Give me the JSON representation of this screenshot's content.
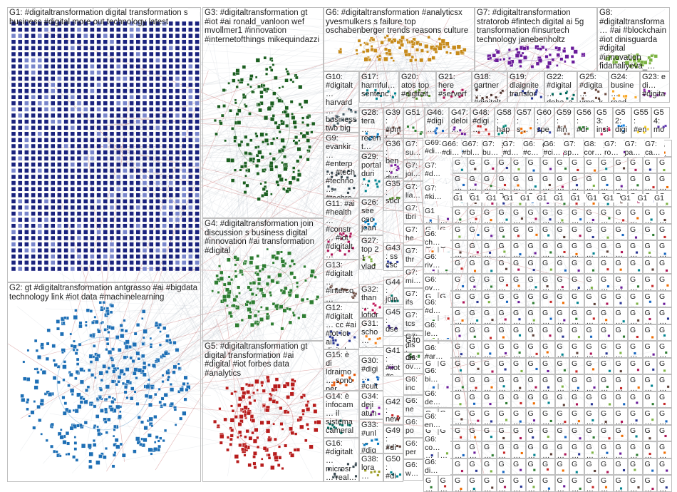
{
  "groups": [
    {
      "id": "G1",
      "label": "G1: #digitaltransformation digital transformation s business #digital more out technology latest",
      "color": "#1a237e"
    },
    {
      "id": "G2",
      "label": "G2: gt #digitaltransformation antgrasso #ai #bigdata technology link #iot data #machinelearning",
      "color": "#1e6fb5"
    },
    {
      "id": "G3",
      "label": "G3: #digitaltransformation gt #iot #ai ronald_vanloon wef mvollmer1 #innovation #internetofthings mikequindazzi",
      "color": "#1b5e20"
    },
    {
      "id": "G4",
      "label": "G4: #digitaltransformation join discussion s business digital #innovation #ai transformation #digital",
      "color": "#2e7d32"
    },
    {
      "id": "G5",
      "label": "G5: #digitaltransformation gt digital transformation #ai #digital #iot forbes data #analytics",
      "color": "#b71c1c"
    },
    {
      "id": "G6",
      "label": "G6: #digitaltransformation #analyticsx yvesmulkers s failure top oschabenberger trends reasons culture",
      "color": "#c68a1a"
    },
    {
      "id": "G7",
      "label": "G7: #digitaltransformation stratorob #fintech digital ai 5g transformation #insurtech technology janebenholtz",
      "color": "#6a1b9a"
    },
    {
      "id": "G8",
      "label": "G8: #digitaltransforma… #ai #blockchain #iot dinisguarda #digital #innovation fidanaliyeva_…",
      "color": "#7cb342"
    },
    {
      "id": "G10",
      "label": "G10: #digitalt… harvard… business two big reasons…",
      "color": "#455a64"
    },
    {
      "id": "G17",
      "label": "G17: harmful… sentenc…",
      "color": "#00838f"
    },
    {
      "id": "G20",
      "label": "G20: atos top #digitalt…",
      "color": "#558b2f"
    },
    {
      "id": "G21",
      "label": "G21: here #serverf…",
      "color": "#ad1457"
    },
    {
      "id": "G18",
      "label": "G18: gartner… #digitalt…",
      "color": "#4e342e"
    },
    {
      "id": "G19",
      "label": "G19: dlaignite transfor…",
      "color": "#283593"
    },
    {
      "id": "G22",
      "label": "G22: #digital… doha_a…",
      "color": "#00695c"
    },
    {
      "id": "G25",
      "label": "G25: #digita… ume_k…",
      "color": "#6d4c41"
    },
    {
      "id": "G24",
      "label": "G24: busine… read…",
      "color": "#f9a825"
    },
    {
      "id": "G23",
      "label": "G23: e di… #digita…",
      "color": "#8e24aa"
    },
    {
      "id": "G9",
      "label": "G9: evankir… #enterp… #tech #techno… #techre…",
      "color": "#37474f"
    },
    {
      "id": "G28",
      "label": "G28: tera… recent… rese…",
      "color": "#0277bd"
    },
    {
      "id": "G39",
      "label": "G39: #pmi #di…",
      "color": "#5d4037"
    },
    {
      "id": "G51",
      "label": "G51",
      "color": "#2e7d32"
    },
    {
      "id": "G46",
      "label": "G46: #digi…",
      "color": "#1565c0"
    },
    {
      "id": "G47",
      "label": "G47: deloi…",
      "color": "#6a1b9a"
    },
    {
      "id": "G48",
      "label": "G48: #digi…",
      "color": "#c62828"
    },
    {
      "id": "G58",
      "label": "G58: hap…",
      "color": "#00897b"
    },
    {
      "id": "G57",
      "label": "G57: s…",
      "color": "#ef6c00"
    },
    {
      "id": "G60",
      "label": "G60: spe…",
      "color": "#3949ab"
    },
    {
      "id": "G59",
      "label": "G59: #in…",
      "color": "#8d6e63"
    },
    {
      "id": "G56",
      "label": "G56: #di…",
      "color": "#43a047"
    },
    {
      "id": "G53",
      "label": "G53: insi…",
      "color": "#d81b60"
    },
    {
      "id": "G52",
      "label": "G52: digi…",
      "color": "#1e88e5"
    },
    {
      "id": "G55",
      "label": "G55: #en…",
      "color": "#fdd835"
    },
    {
      "id": "G54",
      "label": "G54: mo…",
      "color": "#5e35b1"
    },
    {
      "id": "G29",
      "label": "G29: portal duri…",
      "color": "#00838f"
    },
    {
      "id": "G36",
      "label": "G36: ben… duri…",
      "color": "#7b1fa2"
    },
    {
      "id": "G35",
      "label": "G35: soci… sus…",
      "color": "#558b2f"
    },
    {
      "id": "G11",
      "label": "G11: #ai #health… #constr… #iot #digitalt… #healtht…",
      "color": "#ad1457"
    },
    {
      "id": "G26",
      "label": "G26: see ceo jean…",
      "color": "#0288d1"
    },
    {
      "id": "G27",
      "label": "G27: top 2 1 vlad…",
      "color": "#7cb342"
    },
    {
      "id": "G13",
      "label": "G13: #digitalt… #interco… technati…",
      "color": "#6d4c41"
    },
    {
      "id": "G43",
      "label": "G43: ss csc…",
      "color": "#303f9f"
    },
    {
      "id": "G32",
      "label": "G32: than… lofior…",
      "color": "#c2185b"
    },
    {
      "id": "G44",
      "label": "G44: join regi…",
      "color": "#00796b"
    },
    {
      "id": "G12",
      "label": "G12: #digitalt… cc #ai #iot iot ai digital…",
      "color": "#283593"
    },
    {
      "id": "G31",
      "label": "G31: scho… siyat…",
      "color": "#f57f17"
    },
    {
      "id": "G45",
      "label": "G45: dse… and…",
      "color": "#4527a0"
    },
    {
      "id": "G40",
      "label": "G40: dis…",
      "color": "#2e7d32"
    },
    {
      "id": "G15",
      "label": "G15: è di ldraimo… sono per #contrat…",
      "color": "#e65100"
    },
    {
      "id": "G30",
      "label": "G30: #digi… #cult…",
      "color": "#1565c0"
    },
    {
      "id": "G41",
      "label": "G41: #iiot #s…",
      "color": "#6a1b9a"
    },
    {
      "id": "G14",
      "label": "G14: è infocam… il sistema cameral…",
      "color": "#00695c"
    },
    {
      "id": "G34",
      "label": "G34: deji atun…",
      "color": "#8e24aa"
    },
    {
      "id": "G42",
      "label": "G42: new #di…",
      "color": "#c62828"
    },
    {
      "id": "G33",
      "label": "G33: #unl… #dig…",
      "color": "#0277bd"
    },
    {
      "id": "G49",
      "label": "G49: #di…",
      "color": "#5d4037"
    },
    {
      "id": "G16",
      "label": "G16: #digitalt… microsr… real…",
      "color": "#37474f"
    },
    {
      "id": "G38",
      "label": "G38: lora… cem…",
      "color": "#9e9d24"
    },
    {
      "id": "G50",
      "label": "G50: #di…",
      "color": "#00838f"
    }
  ],
  "small_labels": {
    "col_g7": [
      "G7: su…",
      "G7: joi…",
      "G7: lia…",
      "G7: tbri…",
      "G7: he…",
      "G7: thr…",
      "G7: mi…",
      "G7: ifs",
      "G7: tcs",
      "G7: dis…",
      "G6: ov…",
      "G6: inc…",
      "G6: ne…",
      "G6: po…",
      "G6: per…",
      "G6: w…"
    ],
    "col_g6": [
      "G69: #di…",
      "G7: #d…",
      "G7: #ki…",
      "G1",
      "G6: ch…",
      "G6: riv…",
      "G6: ov…",
      "G6: #d…",
      "G6: le…",
      "G6: #ar…",
      "G6: bi…",
      "G6: de…",
      "G6: en…",
      "G6: co…",
      "G6: di…"
    ],
    "row_a": [
      "G66: #di…",
      "G67: #bl…",
      "G7: bu…",
      "G7: #d…",
      "G6: #c…",
      "G6: #ci…",
      "G7: sp…",
      "G8: cor…",
      "G7: ro…",
      "G7: pa…",
      "G7: ca…"
    ],
    "row_b": [
      "G1",
      "G1",
      "G1",
      "G1",
      "G1",
      "G1",
      "G1",
      "G1",
      "G1",
      "G1",
      "G1",
      "G1",
      "G1"
    ],
    "grid_cell": "G…"
  }
}
